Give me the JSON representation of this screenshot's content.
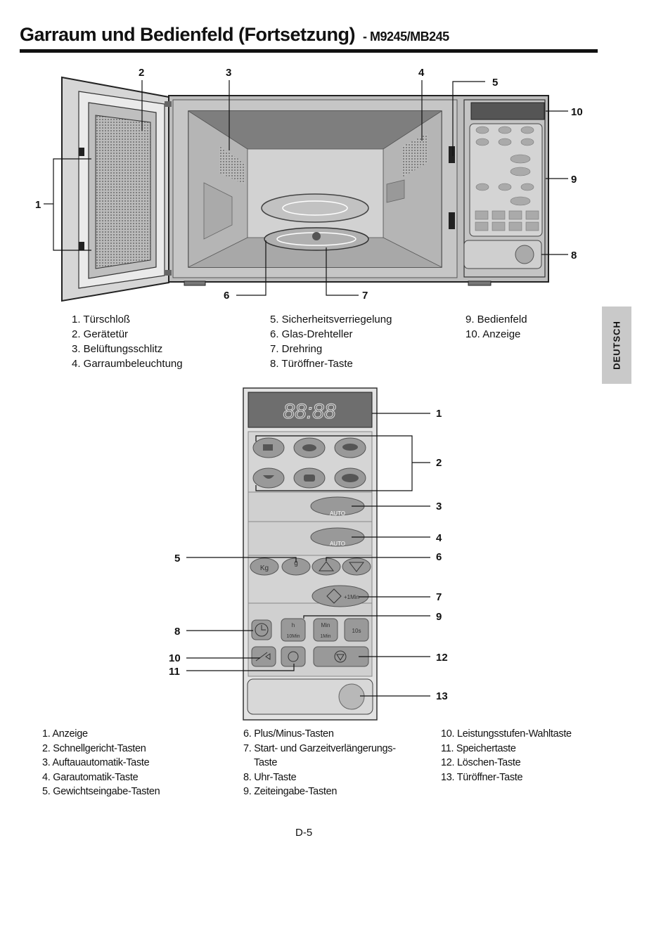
{
  "header": {
    "title": "Garraum und Bedienfeld (Fortsetzung)",
    "model": "- M9245/MB245"
  },
  "oven_figure": {
    "callouts": [
      "1",
      "2",
      "3",
      "4",
      "5",
      "6",
      "7",
      "8",
      "9",
      "10"
    ]
  },
  "oven_legend": {
    "col1": [
      "1. Türschloß",
      "2. Gerätetür",
      "3. Belüftungsschlitz",
      "4. Garraumbeleuchtung"
    ],
    "col2": [
      "5. Sicherheitsverriegelung",
      "6. Glas-Drehteller",
      "7. Drehring",
      "8. Türöffner-Taste"
    ],
    "col3": [
      "9. Bedienfeld",
      "10. Anzeige"
    ]
  },
  "language_tab": "DEUTSCH",
  "panel_figure": {
    "display": "88:88",
    "button_labels": {
      "auto": "AUTO",
      "kg": "Kg",
      "g": "g",
      "start": "+1Min",
      "h": "h",
      "min": "Min",
      "s10": "10s",
      "m10": "10Min",
      "m1": "1Min"
    },
    "callouts": [
      "1",
      "2",
      "3",
      "4",
      "5",
      "6",
      "7",
      "8",
      "9",
      "10",
      "11",
      "12",
      "13"
    ]
  },
  "panel_legend": {
    "col1": [
      "1. Anzeige",
      "2. Schnellgericht-Tasten",
      "3. Auftauautomatik-Taste",
      "4. Garautomatik-Taste",
      "5. Gewichtseingabe-Tasten"
    ],
    "col2": [
      "6. Plus/Minus-Tasten",
      "7. Start- und Garzeitverlängerungs-",
      "Taste",
      "8. Uhr-Taste",
      "9. Zeiteingabe-Tasten"
    ],
    "col3": [
      "10. Leistungsstufen-Wahltaste",
      "11. Speichertaste",
      "12. Löschen-Taste",
      "13. Türöffner-Taste"
    ]
  },
  "footer": {
    "page_number": "D-5"
  }
}
